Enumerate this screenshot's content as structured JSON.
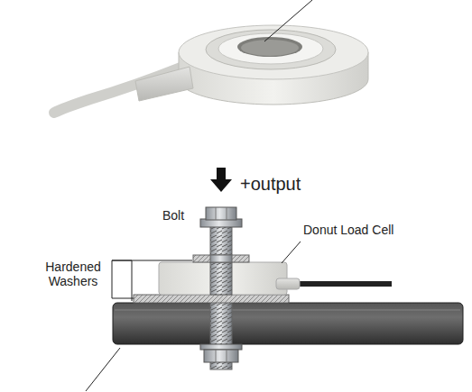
{
  "diagram": {
    "labels": [
      "+output",
      "Bolt",
      "Donut Load Cell",
      "Hardened Washers"
    ]
  }
}
